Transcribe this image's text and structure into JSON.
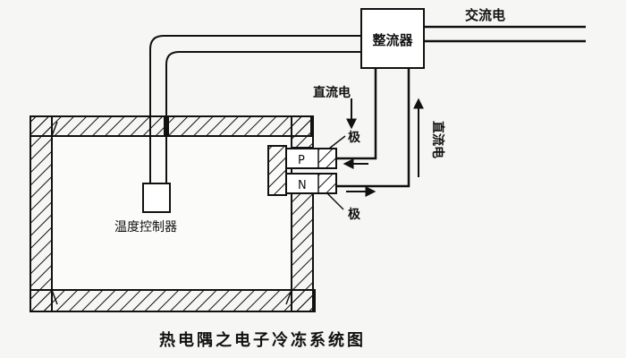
{
  "labels": {
    "ac_power": "交流电",
    "rectifier": "整流器",
    "dc_power_left": "直流电",
    "dc_power_right": "直流电",
    "electrode_top": "极",
    "electrode_bottom": "极",
    "p_type": "P",
    "n_type": "N",
    "temperature_controller": "温度控制器",
    "caption": "热电隅之电子冷冻系统图"
  },
  "colors": {
    "ink": "#111111",
    "background": "#f6f6f4"
  }
}
